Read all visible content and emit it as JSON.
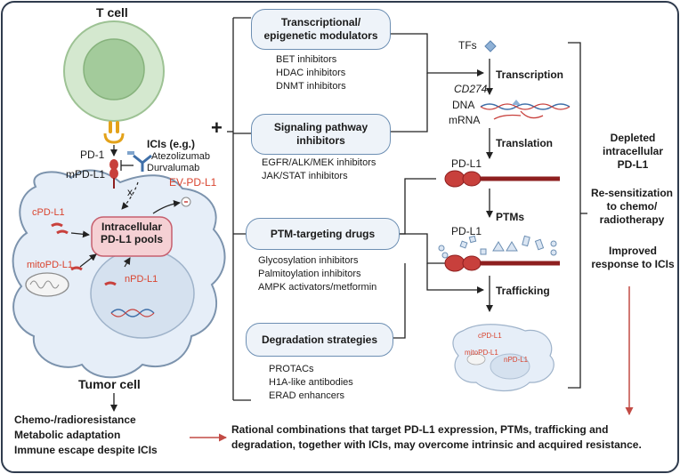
{
  "cell_labels": {
    "t_cell": "T cell",
    "pd1": "PD-1",
    "mpdl1": "mPD-L1",
    "x_mark": "x",
    "ev_pdl1": "EV-PD-L1",
    "cpdl1": "cPD-L1",
    "intracellular_pools": "Intracellular\nPD-L1 pools",
    "mito_pdl1": "mitoPD-L1",
    "npdl1": "nPD-L1",
    "tumor_cell": "Tumor cell"
  },
  "icis": {
    "heading": "ICIs (e.g.)",
    "drugs": [
      "Atezolizumab",
      "Durvalumab"
    ],
    "plus": "+"
  },
  "resistance": [
    "Chemo-/radioresistance",
    "Metabolic adaptation",
    "Immune escape despite ICIs"
  ],
  "strategies": [
    {
      "title": "Transcriptional/\nepigenetic modulators",
      "items": [
        "BET inhibitors",
        "HDAC inhibitors",
        "DNMT inhibitors"
      ]
    },
    {
      "title": "Signaling pathway\ninhibitors",
      "items": [
        "EGFR/ALK/MEK inhibitors",
        "JAK/STAT inhibitors"
      ]
    },
    {
      "title": "PTM-targeting drugs",
      "items": [
        "Glycosylation inhibitors",
        "Palmitoylation inhibitors",
        "AMPK activators/metformin"
      ]
    },
    {
      "title": "Degradation strategies",
      "items": [
        "PROTACs",
        "H1A-like antibodies",
        "ERAD enhancers"
      ]
    }
  ],
  "pathway": {
    "tfs": "TFs",
    "transcription": "Transcription",
    "cd274": "CD274",
    "dna": "DNA",
    "mrna": "mRNA",
    "translation": "Translation",
    "pdl1": "PD-L1",
    "ptms": "PTMs",
    "pdl1_2": "PD-L1",
    "trafficking": "Trafficking",
    "mini_labels": [
      "cPD-L1",
      "mitoPD-L1",
      "nPD-L1"
    ]
  },
  "outcomes": [
    "Depleted\nintracellular\nPD-L1",
    "Re-sensitization\nto chemo/\nradiotherapy",
    "Improved\nresponse to ICIs"
  ],
  "conclusion": "Rational combinations that target PD-L1 expression, PTMs, trafficking and\ndegradation, together with ICIs, may overcome intrinsic and acquired resistance.",
  "colors": {
    "frame": "#2f3b4d",
    "tcell_outer": "#d4e8cf",
    "tcell_inner": "#9fc899",
    "tumor_fill": "#e6eef8",
    "tumor_stroke": "#7c93ad",
    "pool_fill": "#f5d0d4",
    "pool_stroke": "#c65f6e",
    "pdl1_red": "#c8403c",
    "pdl1_dark": "#8e1f1f",
    "arrow_red": "#c24b45",
    "pill_stroke": "#6d8fb3",
    "pill_fill": "#eef3f9"
  }
}
